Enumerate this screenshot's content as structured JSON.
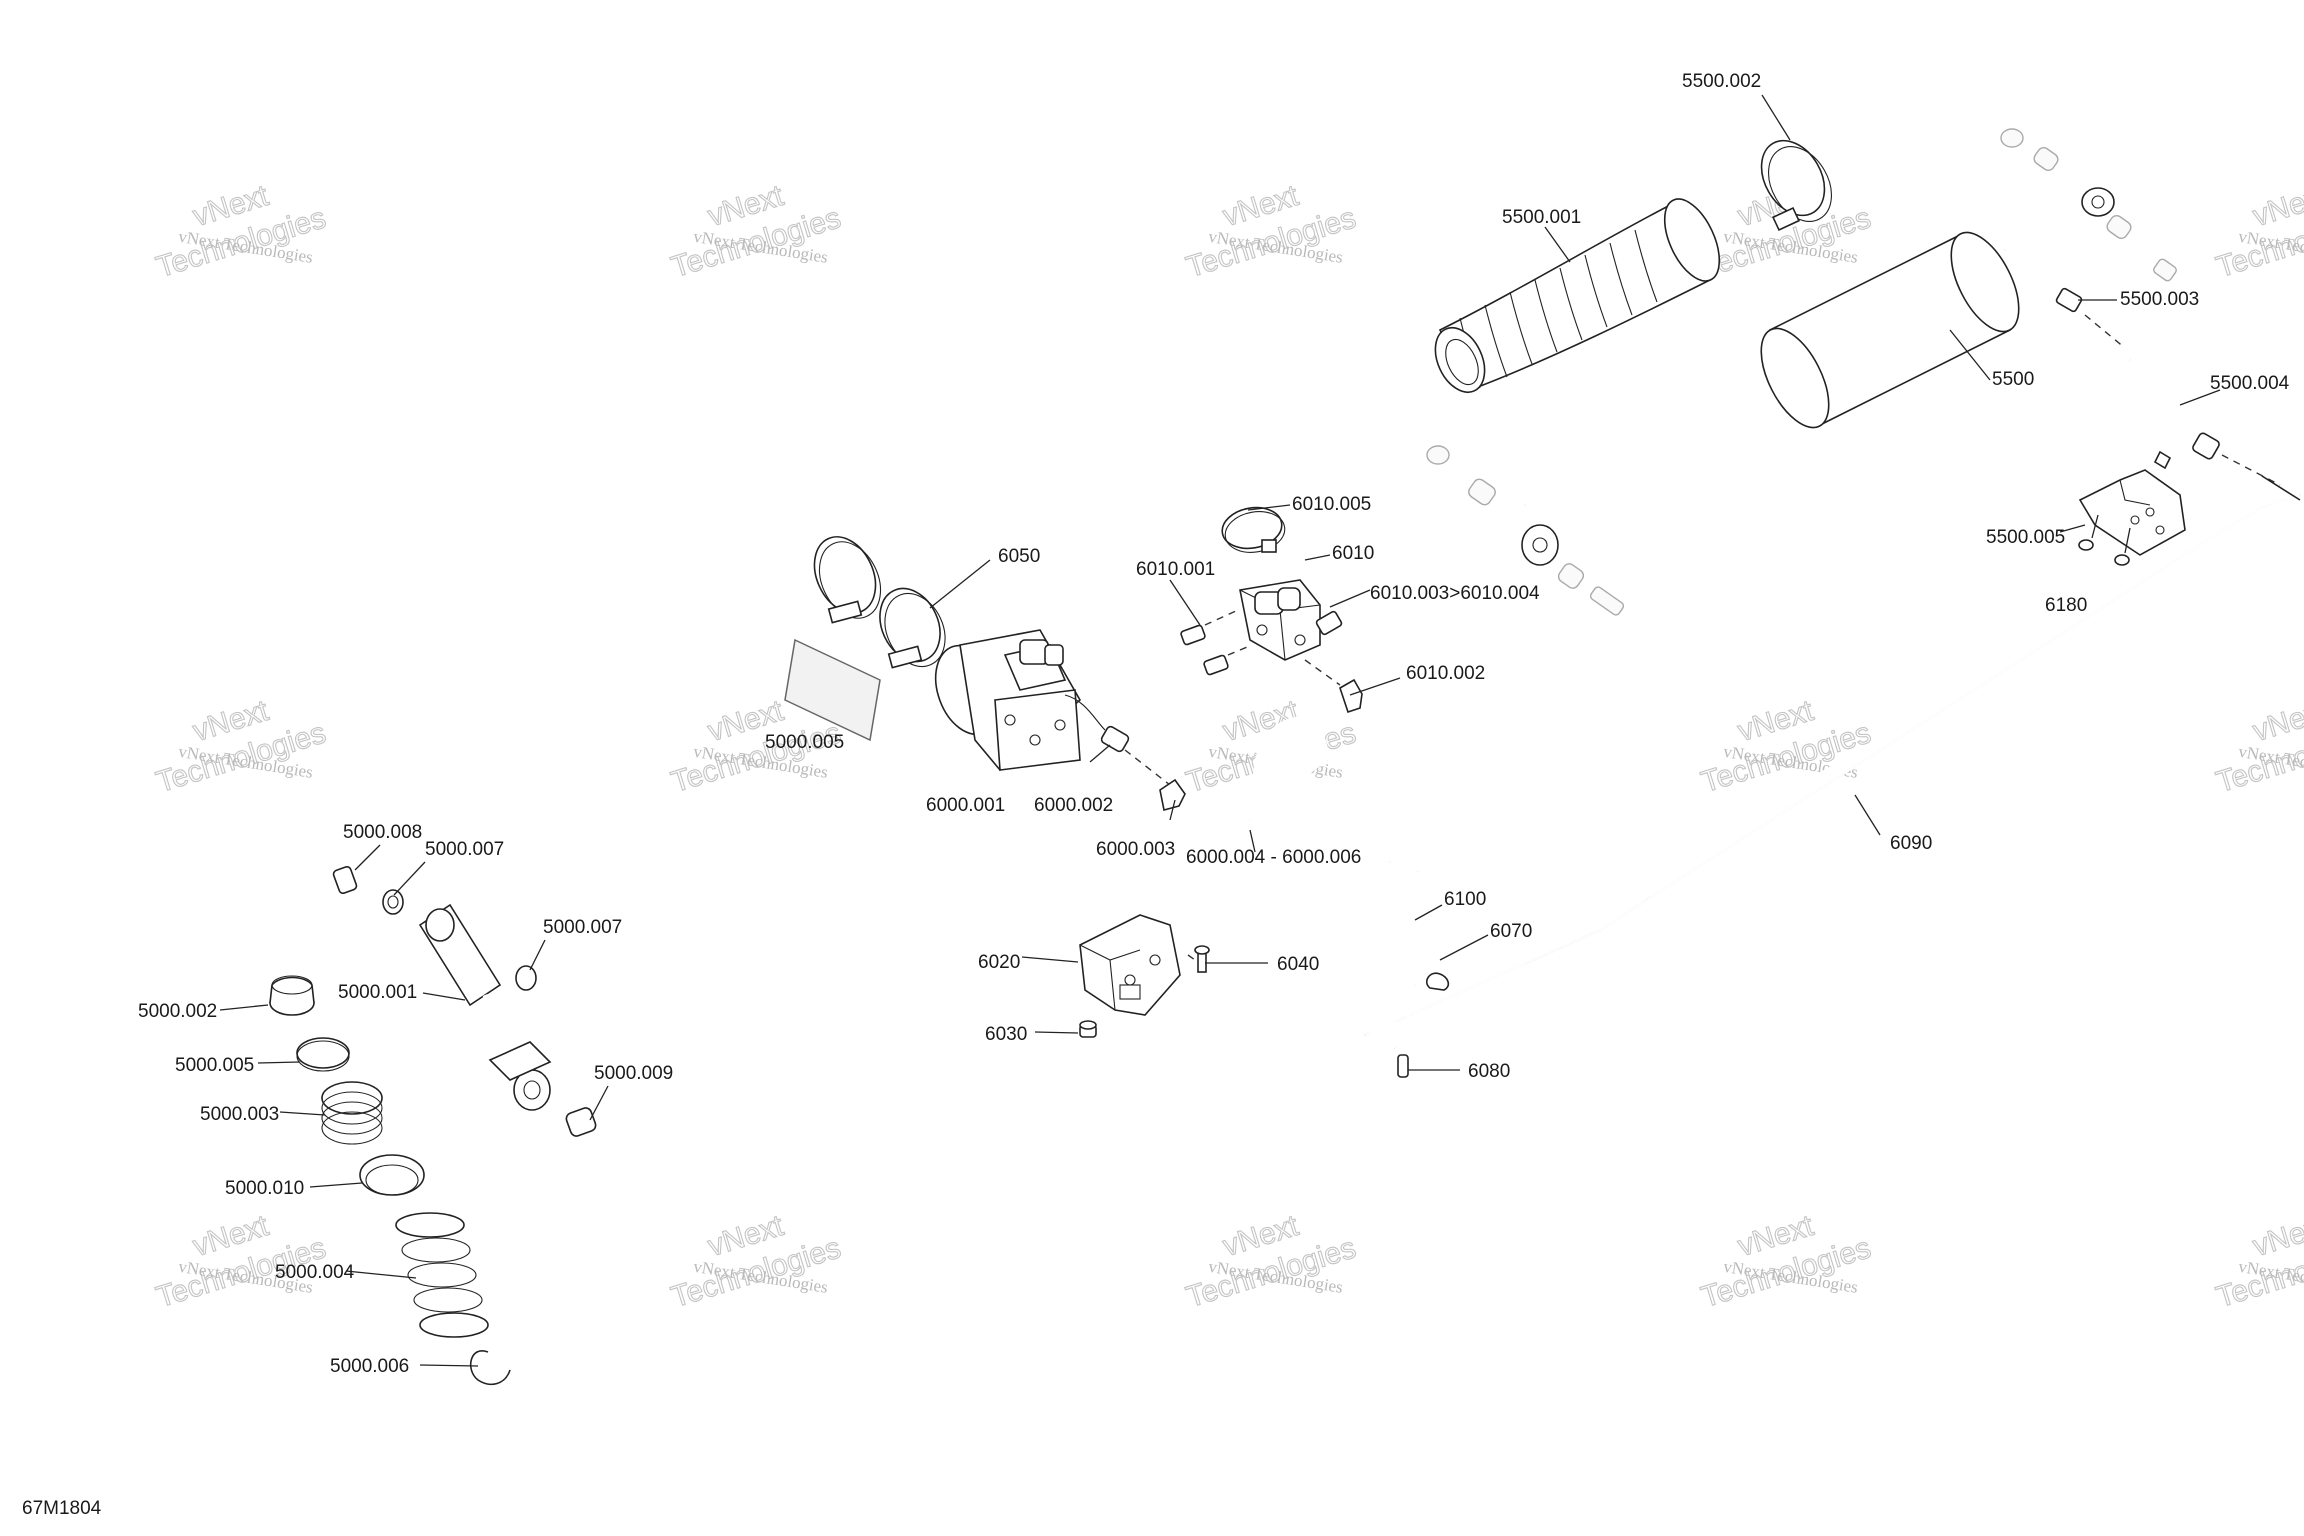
{
  "diagram": {
    "code": "67M1804",
    "watermark": {
      "line1": "vNext Technologies",
      "line2": "vNext\nTechnologies"
    },
    "callouts": [
      {
        "id": "5500.002",
        "text": "5500.002"
      },
      {
        "id": "5500.001",
        "text": "5500.001"
      },
      {
        "id": "5500.003",
        "text": "5500.003"
      },
      {
        "id": "5500",
        "text": "5500"
      },
      {
        "id": "5500.004",
        "text": "5500.004"
      },
      {
        "id": "5500.005",
        "text": "5500.005"
      },
      {
        "id": "6180",
        "text": "6180"
      },
      {
        "id": "6010.005",
        "text": "6010.005"
      },
      {
        "id": "6010",
        "text": "6010"
      },
      {
        "id": "6010.001",
        "text": "6010.001"
      },
      {
        "id": "6010.003-004",
        "text": "6010.003>6010.004"
      },
      {
        "id": "6010.002",
        "text": "6010.002"
      },
      {
        "id": "6050",
        "text": "6050"
      },
      {
        "id": "5000.005",
        "text": "5000.005"
      },
      {
        "id": "6000.001",
        "text": "6000.001"
      },
      {
        "id": "6000.002",
        "text": "6000.002"
      },
      {
        "id": "6000.003",
        "text": "6000.003"
      },
      {
        "id": "6000.004-006",
        "text": "6000.004 - 6000.006"
      },
      {
        "id": "6090",
        "text": "6090"
      },
      {
        "id": "6100",
        "text": "6100"
      },
      {
        "id": "6070",
        "text": "6070"
      },
      {
        "id": "6080",
        "text": "6080"
      },
      {
        "id": "6020",
        "text": "6020"
      },
      {
        "id": "6040",
        "text": "6040"
      },
      {
        "id": "6030",
        "text": "6030"
      },
      {
        "id": "5000.008",
        "text": "5000.008"
      },
      {
        "id": "5000.007a",
        "text": "5000.007"
      },
      {
        "id": "5000.007b",
        "text": "5000.007"
      },
      {
        "id": "5000.001",
        "text": "5000.001"
      },
      {
        "id": "5000.002",
        "text": "5000.002"
      },
      {
        "id": "5000.005b",
        "text": "5000.005"
      },
      {
        "id": "5000.009",
        "text": "5000.009"
      },
      {
        "id": "5000.003",
        "text": "5000.003"
      },
      {
        "id": "5000.010",
        "text": "5000.010"
      },
      {
        "id": "5000.004",
        "text": "5000.004"
      },
      {
        "id": "5000.006",
        "text": "5000.006"
      }
    ]
  }
}
